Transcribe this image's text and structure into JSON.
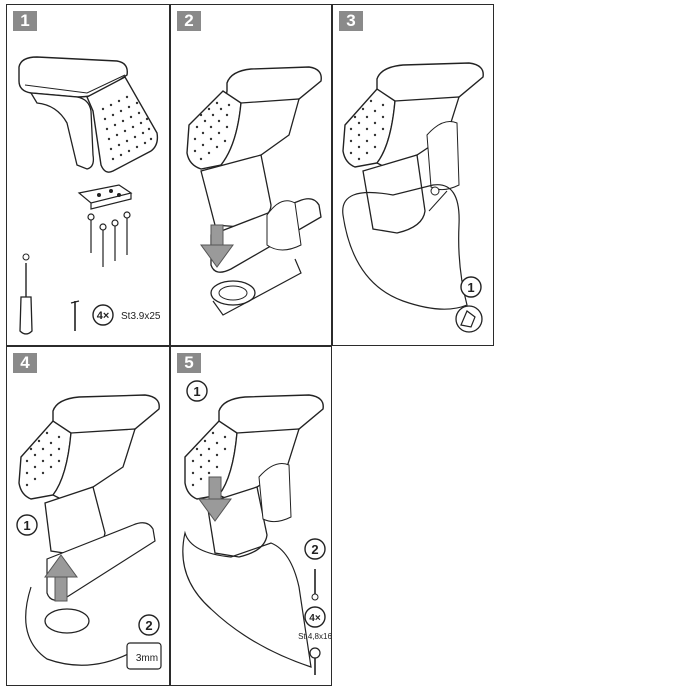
{
  "steps": [
    {
      "number": "1",
      "screw_count": "4×",
      "screw_spec": "St3.9x25"
    },
    {
      "number": "2"
    },
    {
      "number": "3",
      "callout": "1"
    },
    {
      "number": "4",
      "callout_a": "1",
      "callout_b": "2",
      "measure": "3mm"
    },
    {
      "number": "5",
      "callout_a": "1",
      "callout_b": "2",
      "screw_count": "4×",
      "screw_spec": "St 4,8x16"
    }
  ],
  "colors": {
    "border": "#2b2b2b",
    "badge": "#8a8a8a",
    "line": "#222222",
    "arrow": "#8a8a8a"
  },
  "icons": [
    "screwdriver-icon",
    "screw-icon",
    "hand-icon",
    "arrow-down-icon",
    "arrow-up-icon"
  ]
}
